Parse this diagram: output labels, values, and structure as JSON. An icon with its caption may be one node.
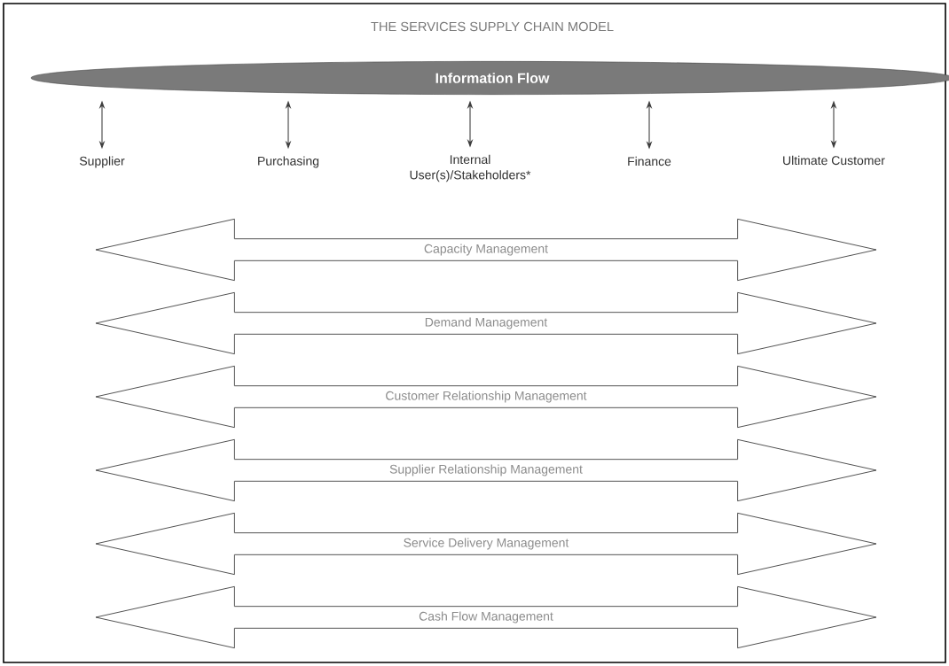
{
  "diagram": {
    "title": "THE SERVICES SUPPLY CHAIN MODEL",
    "nodes": [
      {
        "text": [
          "Information Flow"
        ]
      },
      {
        "text": [
          "Supplier"
        ]
      },
      {
        "text": [
          "Purchasing"
        ]
      },
      {
        "text": [
          "Internal User(s)/Stakeholders*"
        ]
      },
      {
        "text": [
          "Finance"
        ]
      },
      {
        "text": [
          "Ultimate Customer"
        ]
      },
      {
        "text": [
          "Capacity Management"
        ]
      },
      {
        "text": [
          "Demand Management"
        ]
      },
      {
        "text": [
          "Customer Relationship Management"
        ]
      },
      {
        "text": [
          "Supplier Relationship Management"
        ]
      },
      {
        "text": [
          "Service Delivery Management"
        ]
      },
      {
        "text": [
          "Cash Flow Management"
        ]
      }
    ],
    "edges": [
      {
        "from": 0,
        "to": 1,
        "arrow": "both"
      },
      {
        "from": 0,
        "to": 2,
        "arrow": "both"
      },
      {
        "from": 0,
        "to": 3,
        "arrow": "both"
      },
      {
        "from": 0,
        "to": 4,
        "arrow": "both"
      },
      {
        "from": 0,
        "to": 5,
        "arrow": "both"
      }
    ]
  }
}
